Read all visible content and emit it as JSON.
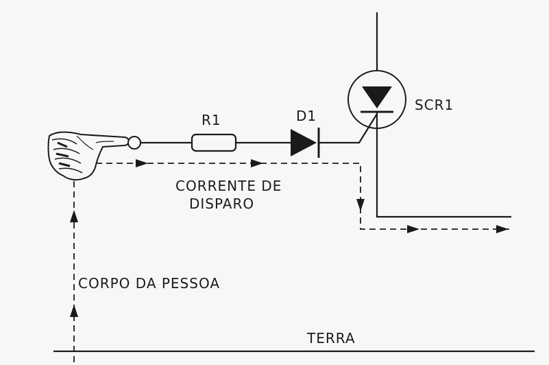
{
  "labels": {
    "r1": "R1",
    "d1": "D1",
    "scr1": "SCR1",
    "current_line1": "CORRENTE DE",
    "current_line2": "DISPARO",
    "body": "CORPO DA PESSOA",
    "ground": "TERRA"
  },
  "icons": {
    "hand": "pointing-hand-icon",
    "touch_contact": "touch-contact-icon",
    "resistor": "resistor-icon",
    "diode": "diode-icon",
    "scr": "scr-thyristor-icon"
  },
  "colors": {
    "ink": "#1a1a1a",
    "paper": "#f7f7f5"
  }
}
